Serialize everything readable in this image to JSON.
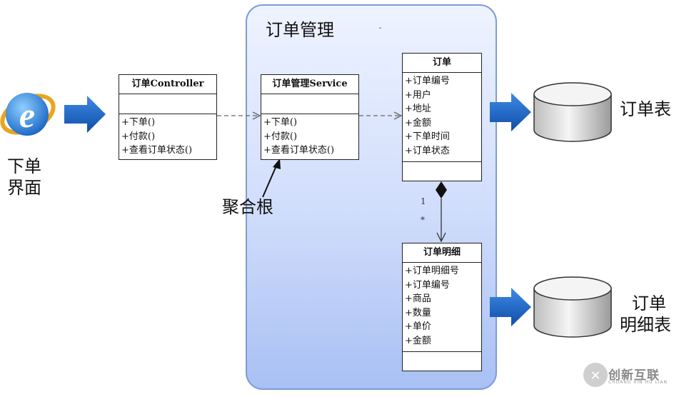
{
  "region": {
    "title": "订单管理"
  },
  "ui_label": {
    "line1": "下单",
    "line2": "界面"
  },
  "aggregate_root_label": "聚合根",
  "order_table_label": "订单表",
  "detail_table_label": {
    "line1": "订单",
    "line2": "明细表"
  },
  "multiplicity": {
    "one": "1",
    "many": "*"
  },
  "stray_mark": "ˆ",
  "controller": {
    "name": "订单Controller",
    "methods": [
      "+下单()",
      "+付款()",
      "+查看订单状态()"
    ]
  },
  "service": {
    "name": "订单管理Service",
    "methods": [
      "+下单()",
      "+付款()",
      "+查看订单状态()"
    ]
  },
  "order": {
    "name": "订单",
    "attributes": [
      "+订单编号",
      "+用户",
      "+地址",
      "+金额",
      "+下单时间",
      "+订单状态"
    ]
  },
  "order_detail": {
    "name": "订单明细",
    "attributes": [
      "+订单明细号",
      "+订单编号",
      "+商品",
      "+数量",
      "+单价",
      "+金额"
    ]
  },
  "watermark": {
    "brand": "创新互联",
    "sub": "CHUANG XIN HU LIAN"
  },
  "colors": {
    "arrow_blue": "#1a66c8",
    "region_border": "#7e9cd6",
    "region_fill": "#cfdcfb"
  },
  "icons": [
    "ie-browser-icon",
    "database-cylinder-icon",
    "blue-arrow-icon",
    "watermark-logo-icon"
  ]
}
